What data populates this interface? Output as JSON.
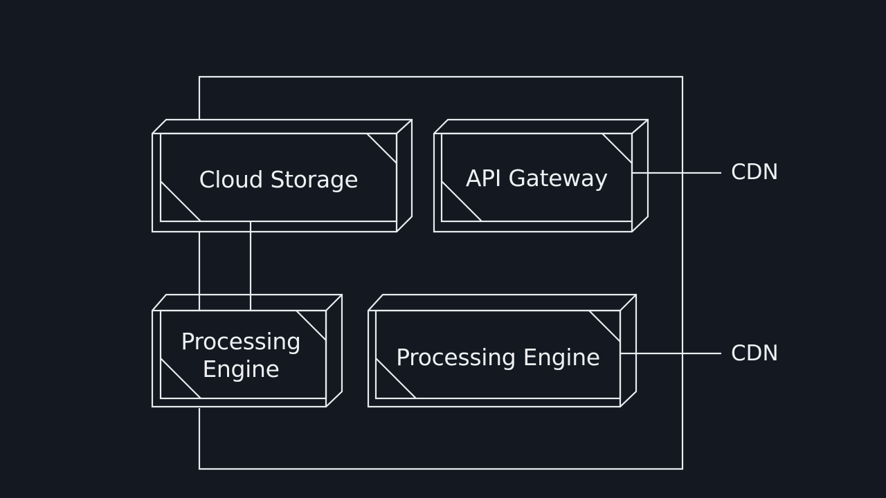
{
  "diagram": {
    "nodes": [
      {
        "id": "cloud-storage",
        "label": "Cloud Storage"
      },
      {
        "id": "api-gateway",
        "label": "API Gateway"
      },
      {
        "id": "processing-engine-left",
        "label_line1": "Processing",
        "label_line2": "Engine"
      },
      {
        "id": "processing-engine-right",
        "label": "Processing Engine"
      }
    ],
    "external": [
      {
        "id": "cdn-top",
        "label": "CDN"
      },
      {
        "id": "cdn-bottom",
        "label": "CDN"
      }
    ],
    "edges": [
      {
        "from": "cloud-storage",
        "to": "processing-engine-left"
      },
      {
        "from": "api-gateway",
        "to": "cdn-top"
      },
      {
        "from": "processing-engine-right",
        "to": "cdn-bottom"
      }
    ]
  }
}
